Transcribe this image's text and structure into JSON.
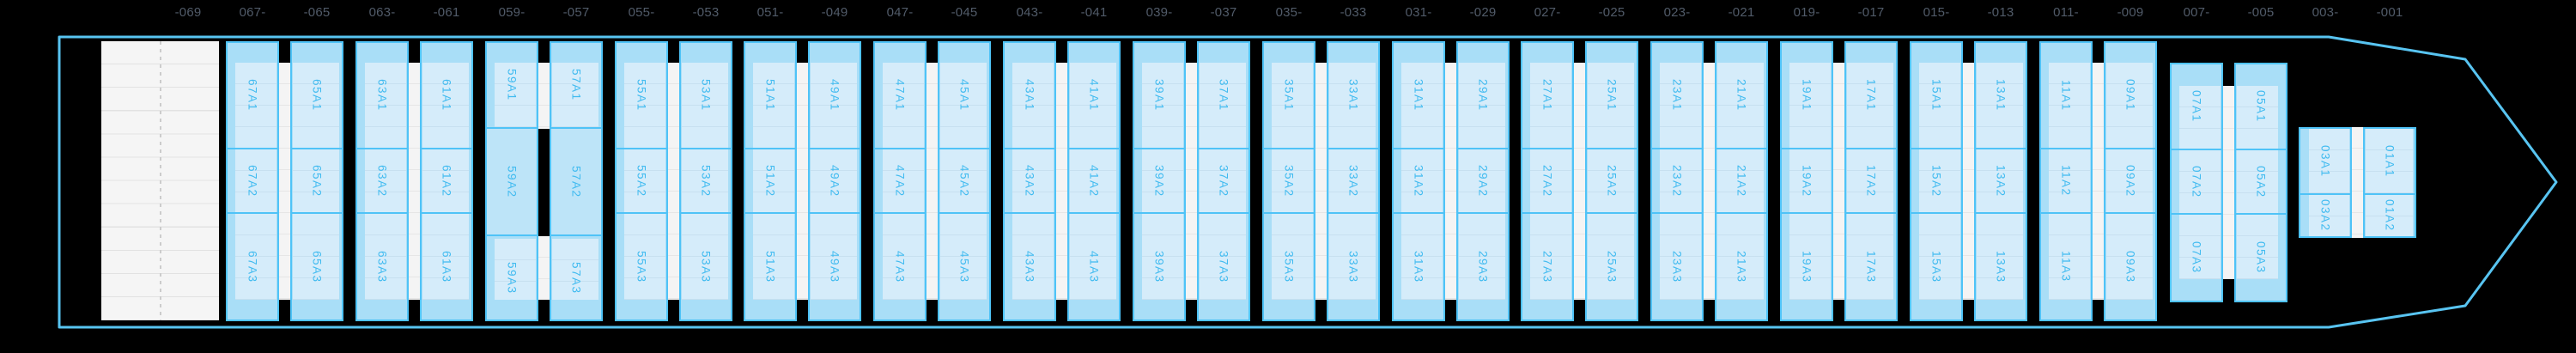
{
  "axis": {
    "labels": [
      "-069",
      "067-",
      "-065",
      "063-",
      "-061",
      "059-",
      "-057",
      "055-",
      "-053",
      "051-",
      "-049",
      "047-",
      "-045",
      "043-",
      "-041",
      "039-",
      "-037",
      "035-",
      "-033",
      "031-",
      "-029",
      "027-",
      "-025",
      "023-",
      "-021",
      "019-",
      "-017",
      "015-",
      "-013",
      "011-",
      "-009",
      "007-",
      "-005",
      "003-",
      "-001"
    ]
  },
  "vessel": {
    "pairs": [
      {
        "variant": "standard",
        "cells_left": [
          "67A1",
          "67A2",
          "67A3"
        ],
        "cells_right": [
          "65A1",
          "65A2",
          "65A3"
        ]
      },
      {
        "variant": "standard",
        "cells_left": [
          "63A1",
          "63A2",
          "63A3"
        ],
        "cells_right": [
          "61A1",
          "61A2",
          "61A3"
        ]
      },
      {
        "variant": "tallmid",
        "cells_left": [
          "59A1",
          "59A2",
          "59A3"
        ],
        "cells_right": [
          "57A1",
          "57A2",
          "57A3"
        ]
      },
      {
        "variant": "standard",
        "cells_left": [
          "55A1",
          "55A2",
          "55A3"
        ],
        "cells_right": [
          "53A1",
          "53A2",
          "53A3"
        ]
      },
      {
        "variant": "standard",
        "cells_left": [
          "51A1",
          "51A2",
          "51A3"
        ],
        "cells_right": [
          "49A1",
          "49A2",
          "49A3"
        ]
      },
      {
        "variant": "standard",
        "cells_left": [
          "47A1",
          "47A2",
          "47A3"
        ],
        "cells_right": [
          "45A1",
          "45A2",
          "45A3"
        ]
      },
      {
        "variant": "standard",
        "cells_left": [
          "43A1",
          "43A2",
          "43A3"
        ],
        "cells_right": [
          "41A1",
          "41A2",
          "41A3"
        ]
      },
      {
        "variant": "standard",
        "cells_left": [
          "39A1",
          "39A2",
          "39A3"
        ],
        "cells_right": [
          "37A1",
          "37A2",
          "37A3"
        ]
      },
      {
        "variant": "standard",
        "cells_left": [
          "35A1",
          "35A2",
          "35A3"
        ],
        "cells_right": [
          "33A1",
          "33A2",
          "33A3"
        ]
      },
      {
        "variant": "standard",
        "cells_left": [
          "31A1",
          "31A2",
          "31A3"
        ],
        "cells_right": [
          "29A1",
          "29A2",
          "29A3"
        ]
      },
      {
        "variant": "standard",
        "cells_left": [
          "27A1",
          "27A2",
          "27A3"
        ],
        "cells_right": [
          "25A1",
          "25A2",
          "25A3"
        ]
      },
      {
        "variant": "standard",
        "cells_left": [
          "23A1",
          "23A2",
          "23A3"
        ],
        "cells_right": [
          "21A1",
          "21A2",
          "21A3"
        ]
      },
      {
        "variant": "standard",
        "cells_left": [
          "19A1",
          "19A2",
          "19A3"
        ],
        "cells_right": [
          "17A1",
          "17A2",
          "17A3"
        ]
      },
      {
        "variant": "standard",
        "cells_left": [
          "15A1",
          "15A2",
          "15A3"
        ],
        "cells_right": [
          "13A1",
          "13A2",
          "13A3"
        ]
      },
      {
        "variant": "standard",
        "cells_left": [
          "11A1",
          "11A2",
          "11A3"
        ],
        "cells_right": [
          "09A1",
          "09A2",
          "09A3"
        ]
      },
      {
        "variant": "short",
        "cells_left": [
          "07A1",
          "07A2",
          "07A3"
        ],
        "cells_right": [
          "05A1",
          "05A2",
          "05A3"
        ]
      },
      {
        "variant": "bow",
        "cells_left": [
          "03A1",
          "03A2"
        ],
        "cells_right": [
          "01A1",
          "01A2"
        ]
      }
    ]
  },
  "colors": {
    "hull_outline": "#58c4f1",
    "cell_border": "#4fc3f7",
    "cell_fill": "#a9def7",
    "cell_fill_solid": "#bde4f8",
    "cell_slot_fill": "#d5ecfa",
    "gutter_fill": "#f4f4f4",
    "cell_label": "#41bbf0",
    "axis_label": "#515b69",
    "stern_fill": "#f5f5f5"
  }
}
